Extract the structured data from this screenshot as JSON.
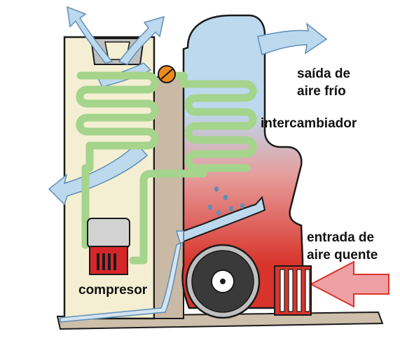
{
  "labels": {
    "cold_air_out": [
      "saída de",
      "aire frío"
    ],
    "exchanger": "intercambiador",
    "hot_air_in": [
      "entrada de",
      "aire quente"
    ],
    "compressor": "compresor"
  },
  "colors": {
    "outline": "#1a1a1a",
    "cold_air": "#bcd9ee",
    "cold_air_stroke": "#5f8fb5",
    "hot_air": "#d8342b",
    "warm_mid": "#e69c9a",
    "coil": "#a5d48c",
    "coil_stroke": "#2f5a25",
    "valve": "#ef8a1e",
    "cabinet": "#f4efd2",
    "panel": "#c9b9a5",
    "compressor_body": "#d2d2d2",
    "compressor_base": "#d7262a",
    "inlet_arrow": "#eea0a4",
    "fan_housing": "#bfbfbf",
    "fan_blades": "#3a3a3a",
    "drain": "#d4e4f2",
    "floor": "#cdbfaa"
  }
}
